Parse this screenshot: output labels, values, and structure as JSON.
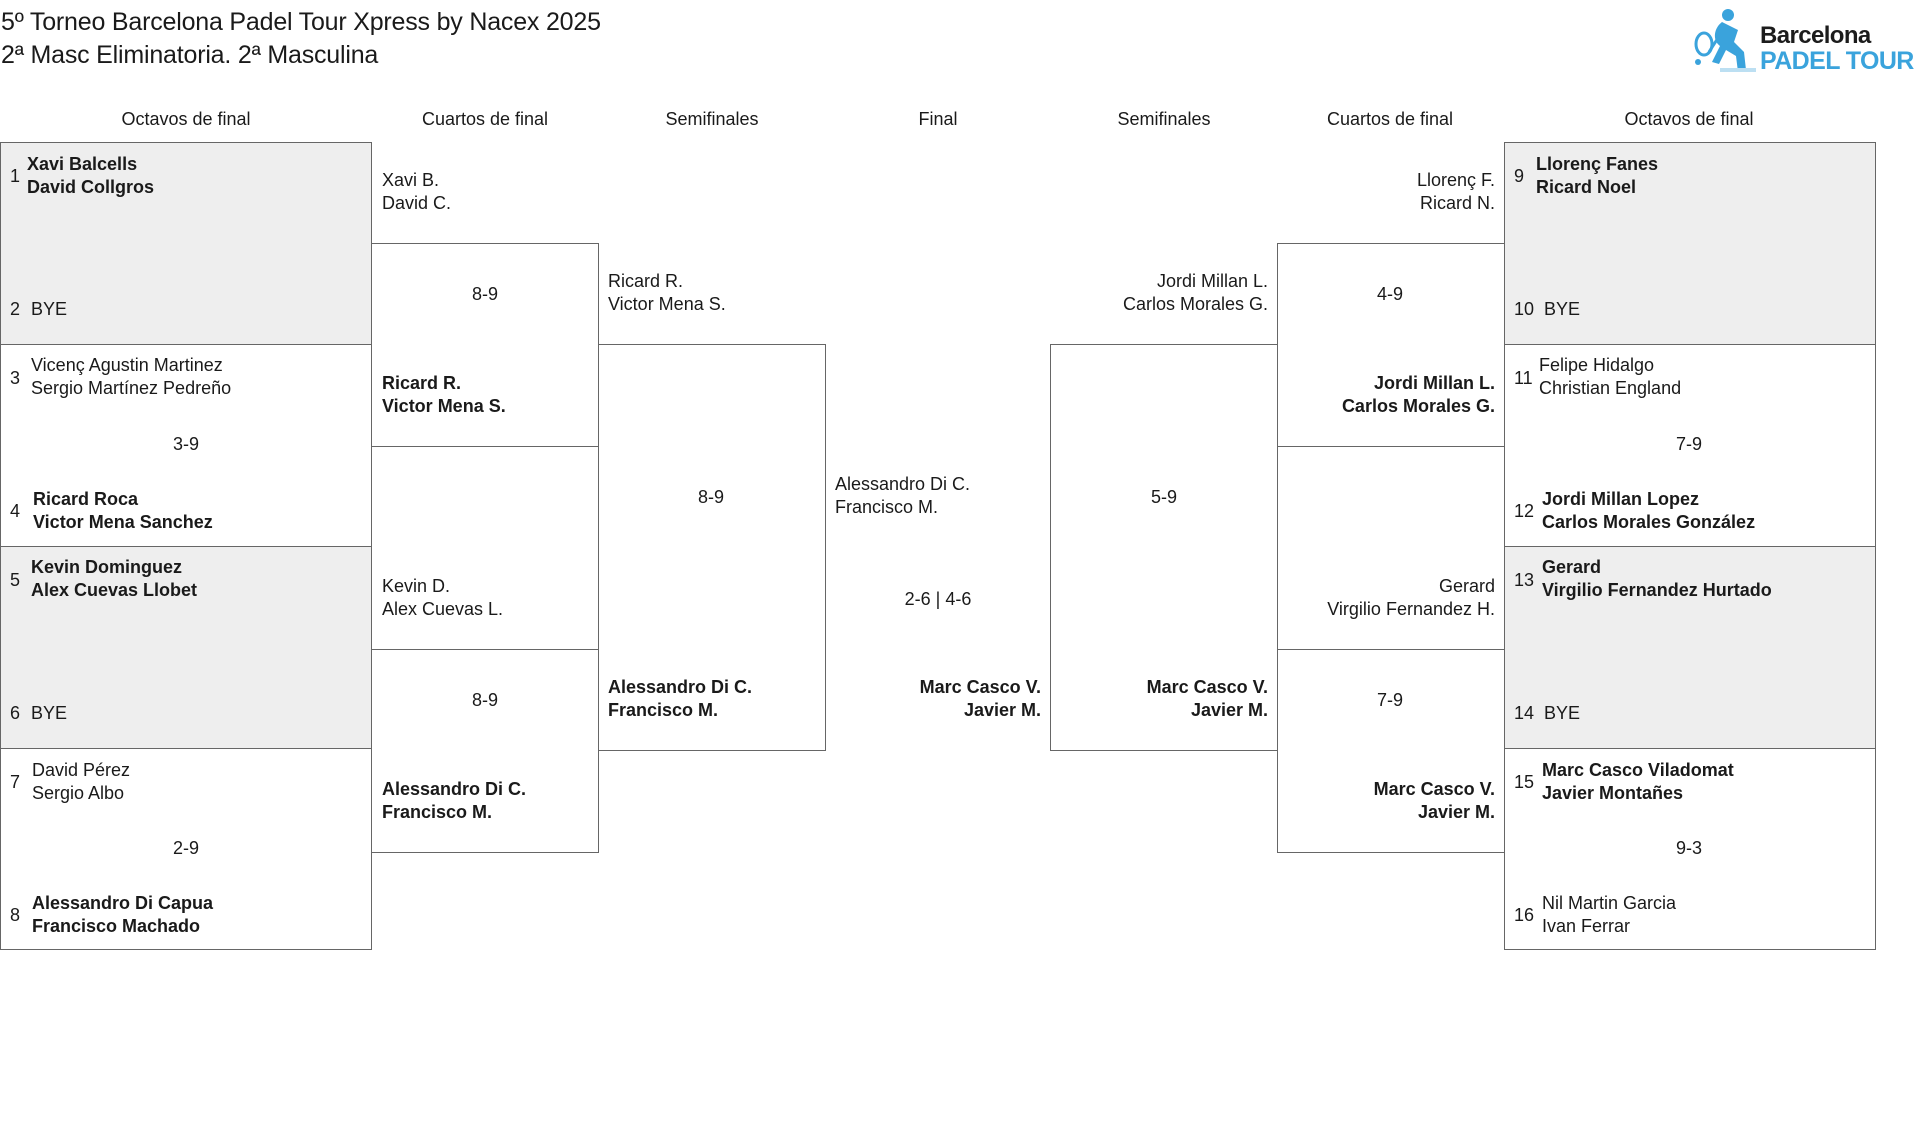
{
  "header": {
    "title": "5º Torneo Barcelona Padel Tour Xpress by Nacex 2025",
    "subtitle": "2ª Masc Eliminatoria. 2ª Masculina"
  },
  "logo": {
    "line1": "Barcelona",
    "line2": "PADEL TOUR",
    "color": "#3aa3dc"
  },
  "rounds": {
    "r16_left": "Octavos de final",
    "qf_left": "Cuartos de final",
    "sf_left": "Semifinales",
    "final": "Final",
    "sf_right": "Semifinales",
    "qf_right": "Cuartos de final",
    "r16_right": "Octavos de final"
  },
  "left": {
    "r16": [
      {
        "seed_a": "1",
        "a": [
          "Xavi Balcells",
          "David Collgros"
        ],
        "seed_b": "2",
        "b": [
          "BYE"
        ],
        "score": ""
      },
      {
        "seed_a": "3",
        "a": [
          "Vicenç Agustin Martinez",
          "Sergio Martínez Pedreño"
        ],
        "seed_b": "4",
        "b": [
          "Ricard Roca",
          "Victor Mena Sanchez"
        ],
        "score": "3-9"
      },
      {
        "seed_a": "5",
        "a": [
          "Kevin Dominguez",
          "Alex Cuevas Llobet"
        ],
        "seed_b": "6",
        "b": [
          "BYE"
        ],
        "score": ""
      },
      {
        "seed_a": "7",
        "a": [
          "David Pérez",
          "Sergio Albo"
        ],
        "seed_b": "8",
        "b": [
          "Alessandro Di Capua",
          "Francisco Machado"
        ],
        "score": "2-9"
      }
    ],
    "qf": [
      {
        "a": [
          "Xavi B.",
          "David C."
        ],
        "b": [
          "Ricard R.",
          "Victor Mena S."
        ],
        "score": "8-9"
      },
      {
        "a": [
          "Kevin D.",
          "Alex Cuevas L."
        ],
        "b": [
          "Alessandro Di C.",
          "Francisco M."
        ],
        "score": "8-9"
      }
    ],
    "sf": {
      "a": [
        "Ricard R.",
        "Victor Mena S."
      ],
      "b": [
        "Alessandro Di C.",
        "Francisco M."
      ],
      "score": "8-9"
    }
  },
  "final": {
    "a": [
      "Alessandro Di C.",
      "Francisco M."
    ],
    "b": [
      "Marc Casco V.",
      "Javier M."
    ],
    "score": "2-6 | 4-6"
  },
  "right": {
    "r16": [
      {
        "seed_a": "9",
        "a": [
          "Llorenç Fanes",
          "Ricard Noel"
        ],
        "seed_b": "10",
        "b": [
          "BYE"
        ],
        "score": ""
      },
      {
        "seed_a": "11",
        "a": [
          "Felipe Hidalgo",
          "Christian England"
        ],
        "seed_b": "12",
        "b": [
          "Jordi Millan Lopez",
          "Carlos Morales González"
        ],
        "score": "7-9"
      },
      {
        "seed_a": "13",
        "a": [
          "Gerard",
          "Virgilio Fernandez Hurtado"
        ],
        "seed_b": "14",
        "b": [
          "BYE"
        ],
        "score": ""
      },
      {
        "seed_a": "15",
        "a": [
          "Marc Casco Viladomat",
          "Javier Montañes"
        ],
        "seed_b": "16",
        "b": [
          "Nil Martin Garcia",
          "Ivan Ferrar"
        ],
        "score": "9-3"
      }
    ],
    "qf": [
      {
        "a": [
          "Llorenç F.",
          "Ricard N."
        ],
        "b": [
          "Jordi Millan L.",
          "Carlos Morales G."
        ],
        "score": "4-9"
      },
      {
        "a": [
          "Gerard",
          "Virgilio Fernandez H."
        ],
        "b": [
          "Marc Casco V.",
          "Javier M."
        ],
        "score": "7-9"
      }
    ],
    "sf": {
      "a": [
        "Jordi Millan L.",
        "Carlos Morales G."
      ],
      "b": [
        "Marc Casco V.",
        "Javier M."
      ],
      "score": "5-9"
    }
  }
}
